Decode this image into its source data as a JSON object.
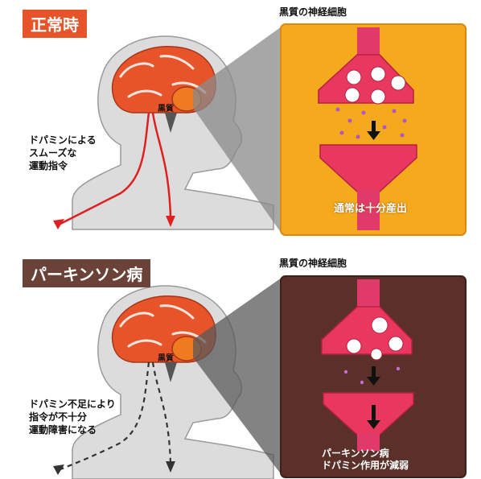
{
  "normal": {
    "label": "正常時",
    "panel_title": "黒質の神経細胞",
    "brain_label": "黒質",
    "caption_lines": [
      "ドパミンによる",
      "スムーズな",
      "運動指令"
    ],
    "panel_caption": "通常は十分産出",
    "label_color": "#e8542a",
    "panel_color": "#f3a51c"
  },
  "parkinson": {
    "label": "パーキンソン病",
    "panel_title": "黒質の神経細胞",
    "brain_label": "黒質",
    "caption_lines": [
      "ドパミン不足により",
      "指令が不十分",
      "運動障害になる"
    ],
    "panel_caption_lines": [
      "パーキンソン病",
      "ドパミン作用が減弱"
    ],
    "label_color": "#6b4237",
    "panel_color": "#5a3028"
  }
}
